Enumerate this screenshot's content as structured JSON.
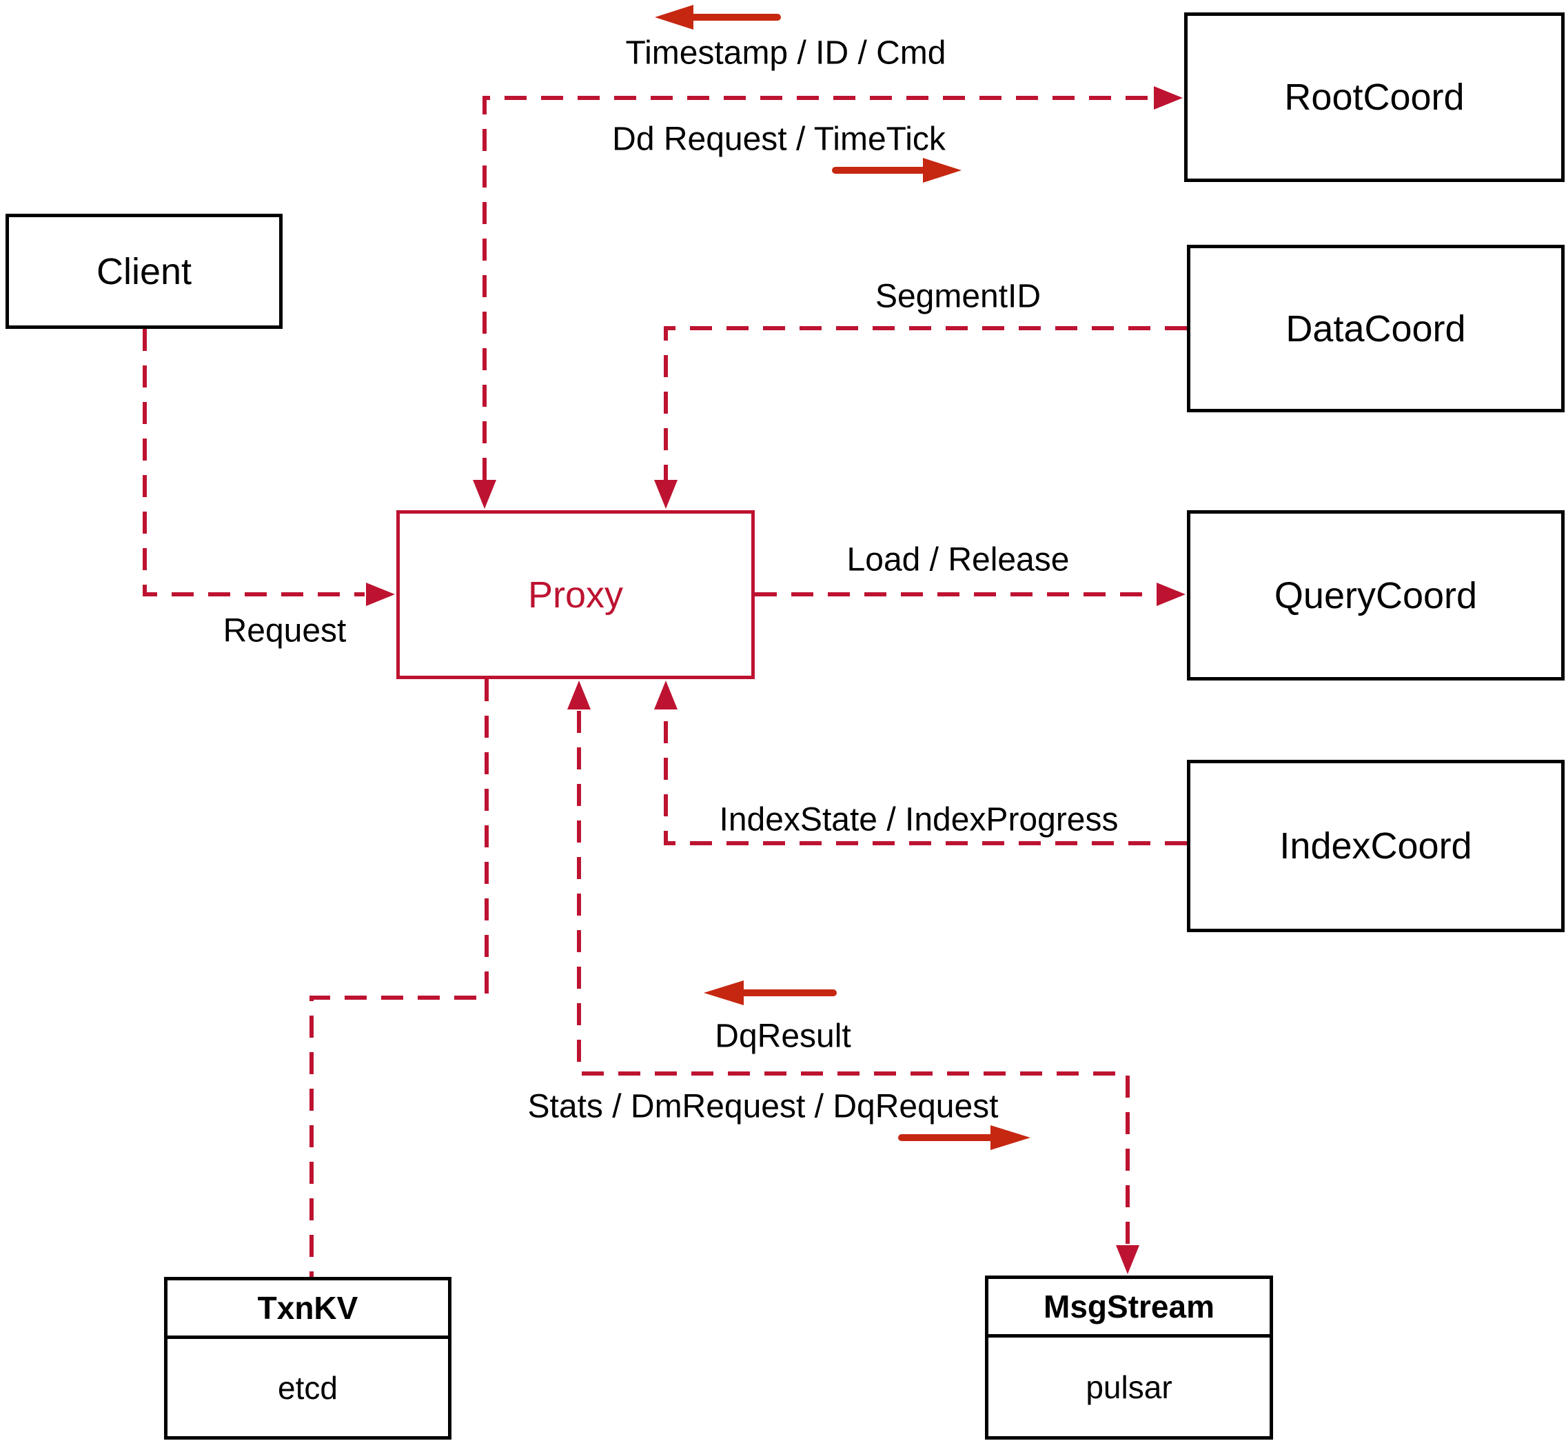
{
  "diagram": {
    "colors": {
      "crimson": "#bd1331",
      "arrow_red": "#c62711",
      "box_border": "#000000",
      "text_color": "#000000",
      "bg": "#ffffff"
    },
    "nodes": {
      "client": {
        "label": "Client"
      },
      "root_coord": {
        "label": "RootCoord"
      },
      "data_coord": {
        "label": "DataCoord"
      },
      "query_coord": {
        "label": "QueryCoord"
      },
      "index_coord": {
        "label": "IndexCoord"
      },
      "proxy": {
        "label": "Proxy"
      },
      "txn_kv": {
        "title": "TxnKV",
        "impl": "etcd"
      },
      "msg_stream": {
        "title": "MsgStream",
        "impl": "pulsar"
      }
    },
    "edge_labels": {
      "timestamp": "Timestamp / ID / Cmd",
      "dd_request": "Dd Request / TimeTick",
      "segment_id": "SegmentID",
      "load_release": "Load / Release",
      "index_state": "IndexState / IndexProgress",
      "request": "Request",
      "dq_result": "DqResult",
      "stats": "Stats / DmRequest / DqRequest"
    }
  }
}
